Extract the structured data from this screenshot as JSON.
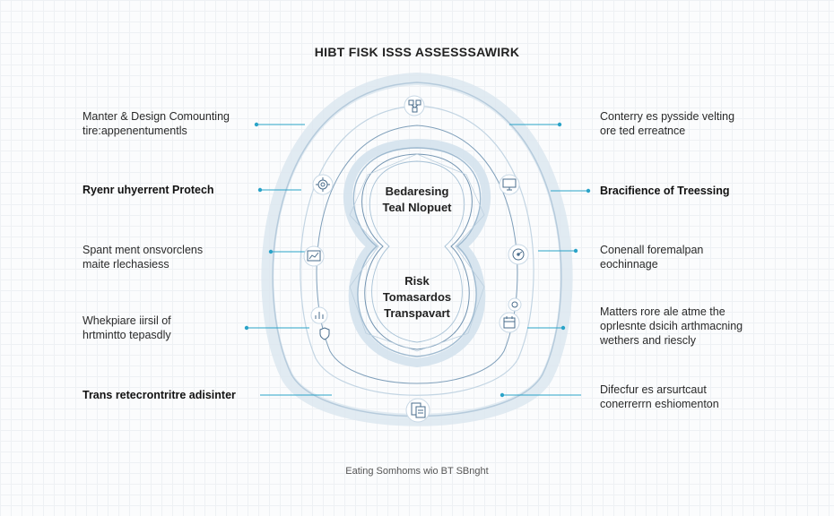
{
  "title": "HIBT FISK ISSS ASSESSSAWIRK",
  "center": {
    "upper": [
      "Bedaresing",
      "Teal Nlopuet"
    ],
    "lower": [
      "Risk",
      "Tomasardos",
      "Transpavart"
    ]
  },
  "left_labels": [
    {
      "lines": [
        "Manter & Design Comounting",
        "tire:appenentumentls"
      ],
      "bold": false
    },
    {
      "lines": [
        "Ryenr uhyerrent Protech"
      ],
      "bold": true
    },
    {
      "lines": [
        "Spant ment onsvorclens",
        "maite rlechasiess"
      ],
      "bold": false
    },
    {
      "lines": [
        "Whekpiare iirsil of",
        "hrtmintto tepasdly"
      ],
      "bold": false
    },
    {
      "lines": [
        "Trans retecrontritre adisinter"
      ],
      "bold": true
    }
  ],
  "right_labels": [
    {
      "lines": [
        "Conterry es pysside velting",
        "ore ted erreatnce"
      ],
      "bold": false
    },
    {
      "lines": [
        "Bracifience of Treessing"
      ],
      "bold": true
    },
    {
      "lines": [
        "Conenall foremalpan",
        "eochinnage"
      ],
      "bold": false
    },
    {
      "lines": [
        "Matters rore ale atme the",
        "oprlesnte dsicih arthmacning",
        "wethers and riescly"
      ],
      "bold": false
    },
    {
      "lines": [
        "Difecfur es arsurtcaut",
        "conerrerrn eshiomenton"
      ],
      "bold": false
    }
  ],
  "footer": "Eating Somhoms wio BT SBnght",
  "colors": {
    "accent": "#2aa3c8",
    "ring": "#c9d9e6",
    "ring_dark": "#8fb1cc",
    "icon": "#4a6d8c"
  },
  "icons": {
    "left": [
      "network-icon",
      "gear-circuit-icon",
      "chart-icon",
      "bar-chart-icon",
      "shield-icon",
      "document-icon"
    ],
    "right": [
      "computer-icon",
      "gauge-icon",
      "settings-icon",
      "calendar-icon"
    ]
  }
}
